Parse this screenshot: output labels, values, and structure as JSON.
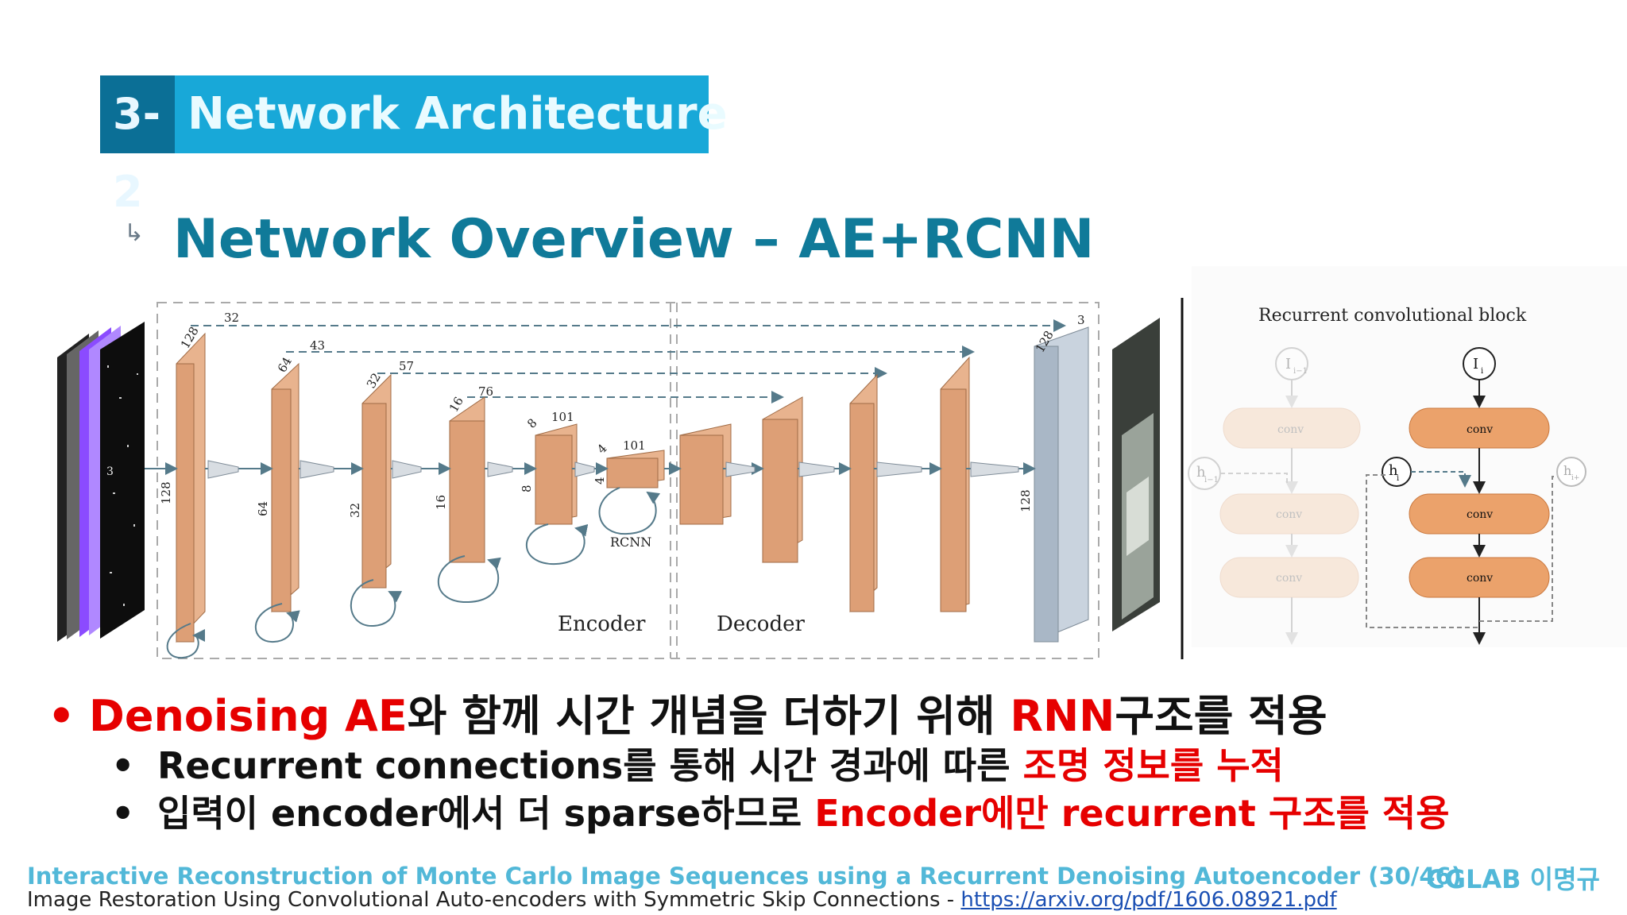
{
  "section": {
    "number": "3-2",
    "title": "Network  Architecture"
  },
  "subheading": "Network Overview – AE+RCNN",
  "figure": {
    "encoder_label": "Encoder",
    "decoder_label": "Decoder",
    "rcnn_label": "RCNN",
    "kernel_label": "3",
    "layers": [
      {
        "side": "128",
        "ch": "32"
      },
      {
        "side": "64",
        "ch": "43"
      },
      {
        "side": "32",
        "ch": "57"
      },
      {
        "side": "16",
        "ch": "76"
      },
      {
        "side": "8",
        "ch": "101"
      },
      {
        "side": "4",
        "ch": "101"
      },
      {
        "side": "128",
        "ch": "3"
      }
    ],
    "block_title": "Recurrent convolutional block",
    "block_inputs": [
      "I",
      "I"
    ],
    "block_inputs_sub": [
      "i−1",
      "i"
    ],
    "block_hidden": [
      "h",
      "h",
      "h"
    ],
    "block_hidden_sub": [
      "i−1",
      "i",
      "i+"
    ],
    "block_conv": "conv"
  },
  "bullets": {
    "main": {
      "red1": "Denoising AE",
      "t1": "와 함께 시간 개념을 더하기 위해 ",
      "red2": "RNN",
      "t2": "구조를 적용"
    },
    "sub1": {
      "t1": "Recurrent connections를 통해 시간 경과에 따른 ",
      "red": "조명 정보를 누적"
    },
    "sub2": {
      "t1": "입력이 encoder에서 더 sparse하므로 ",
      "red": "Encoder에만 recurrent 구조를 적용"
    }
  },
  "footer": {
    "paper": "Interactive Reconstruction of Monte Carlo Image Sequences using a Recurrent Denoising Autoencoder (30/46)",
    "author": "CGLAB 이명규",
    "ref_text": "Image Restoration Using Convolutional Auto-encoders with Symmetric Skip Connections - ",
    "ref_link": "https://arxiv.org/pdf/1606.08921.pdf"
  },
  "colors": {
    "title_dark": "#0b6f96",
    "title_light": "#18a8d8",
    "subhead": "#107a99",
    "highlight": "#e60000",
    "footer": "#52b8d8",
    "block_face": "#e2a47c"
  }
}
